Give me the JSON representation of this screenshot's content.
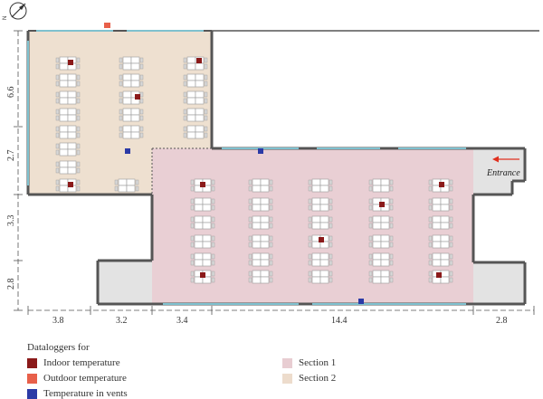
{
  "plan": {
    "compass_label": "N",
    "entrance_label": "Entrance",
    "dimensions_bottom": [
      "3.8",
      "3.2",
      "3.4",
      "14.4",
      "2.8"
    ],
    "dimensions_left": [
      "6.6",
      "2.7",
      "3.3",
      "2.8"
    ]
  },
  "legend": {
    "title": "Dataloggers for",
    "items": [
      {
        "label": "Indoor temperature",
        "color": "#8b1a1a"
      },
      {
        "label": "Outdoor temperature",
        "color": "#e8604a"
      },
      {
        "label": "Temperature in vents",
        "color": "#2b3aa6"
      }
    ],
    "sections": [
      {
        "label": "Section 1",
        "color": "#e8cdd2"
      },
      {
        "label": "Section 2",
        "color": "#eddccc"
      }
    ]
  },
  "colors": {
    "wall": "#555555",
    "window": "#7fc1cf",
    "section1": "#e9cfd4",
    "section2": "#eee0d0",
    "gray_zone": "#e3e3e3",
    "entrance_arrow": "#e0301e"
  }
}
